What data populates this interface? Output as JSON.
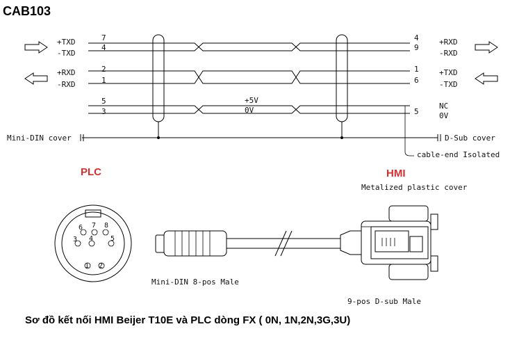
{
  "title": "CAB103",
  "left_signals": [
    {
      "name": "+TXD",
      "pin": "7"
    },
    {
      "name": "-TXD",
      "pin": "4"
    },
    {
      "name": "+RXD",
      "pin": "2"
    },
    {
      "name": "-RXD",
      "pin": "1"
    },
    {
      "name": "",
      "pin": "5"
    },
    {
      "name": "",
      "pin": "3"
    }
  ],
  "right_signals": [
    {
      "name": "+RXD",
      "pin": "4"
    },
    {
      "name": "-RXD",
      "pin": "9"
    },
    {
      "name": "+TXD",
      "pin": "1"
    },
    {
      "name": "-TXD",
      "pin": "6"
    },
    {
      "name": "NC",
      "pin": ""
    },
    {
      "name": "0V",
      "pin": "5"
    }
  ],
  "mid_labels": {
    "v5": "+5V",
    "gnd": "0V"
  },
  "mini_din_cover": "Mini-DIN cover",
  "dsub_cover": "D-Sub cover",
  "cable_end": "cable-end Isolated",
  "plc_label": "PLC",
  "hmi_label": "HMI",
  "metal_cover": "Metalized plastic cover",
  "mini_din_male": "Mini-DIN 8-pos Male",
  "dsub_male": "9-pos D-sub Male",
  "din_pins": [
    "1",
    "2",
    "3",
    "4",
    "5",
    "6",
    "7",
    "8"
  ],
  "caption": "Sơ đồ kết nối HMI Beijer T10E và PLC dòng FX  ( 0N, 1N,2N,3G,3U)"
}
